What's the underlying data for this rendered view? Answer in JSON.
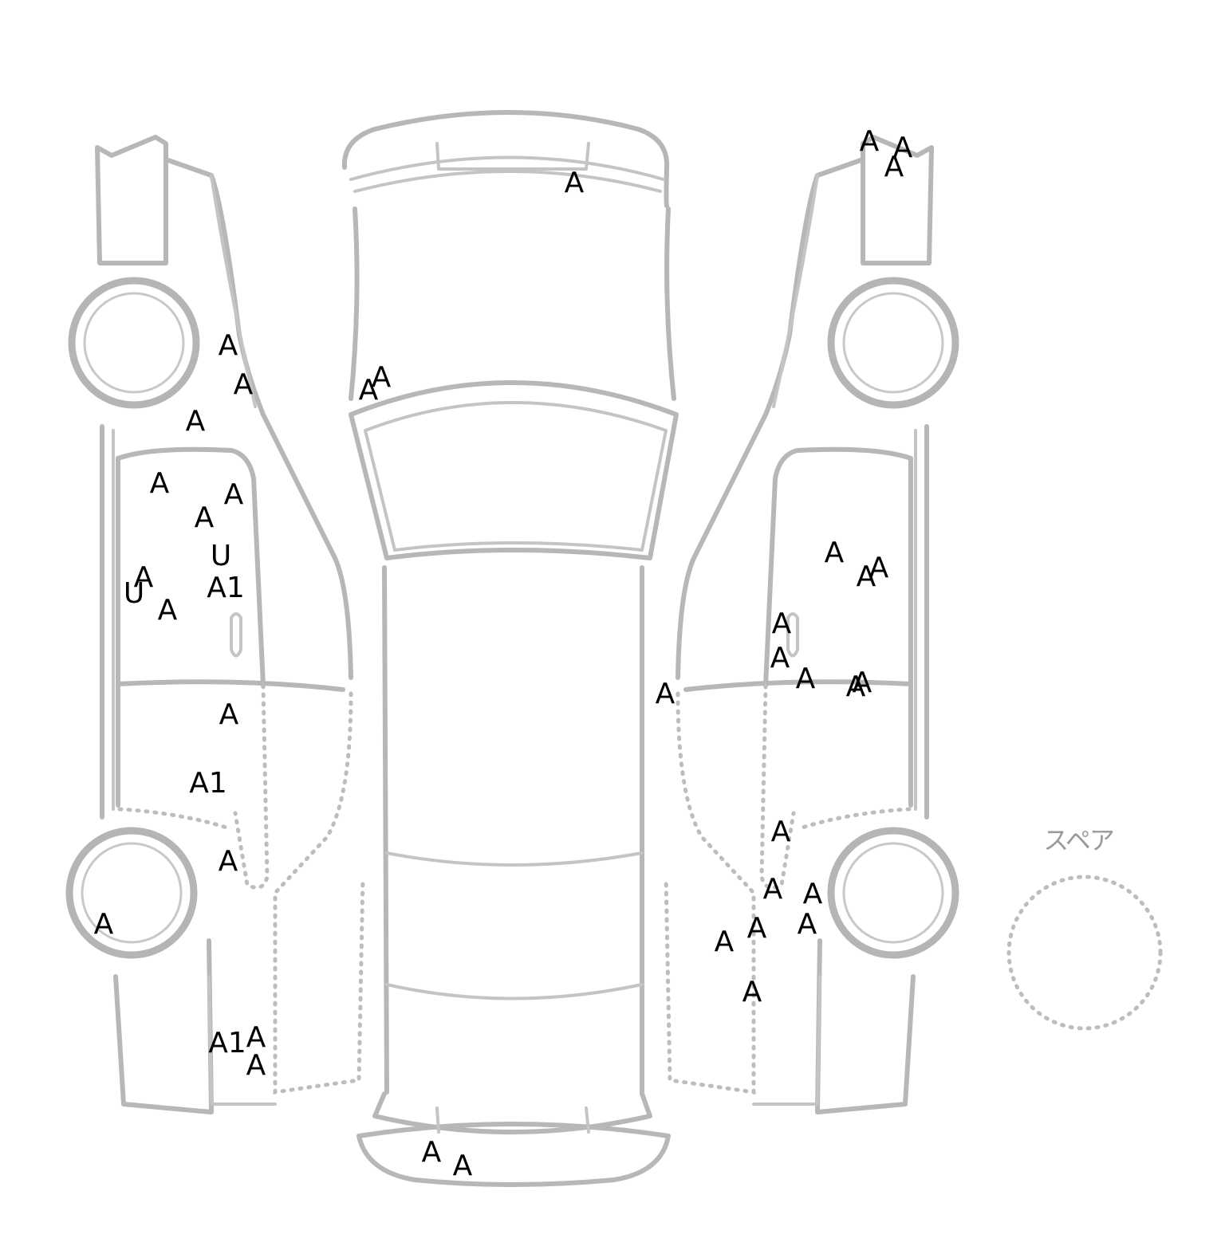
{
  "spare_label": "スペア",
  "marks": [
    {
      "id": "roof-front-a",
      "code": "A"
    },
    {
      "id": "right-front-bumper-a1",
      "code": "A"
    },
    {
      "id": "right-front-bumper-a2",
      "code": "A"
    },
    {
      "id": "right-front-bumper-a3",
      "code": "A"
    },
    {
      "id": "left-fender-a1",
      "code": "A"
    },
    {
      "id": "left-fender-a2",
      "code": "A"
    },
    {
      "id": "left-fender-a3",
      "code": "A"
    },
    {
      "id": "hood-a1",
      "code": "A"
    },
    {
      "id": "hood-a2",
      "code": "A"
    },
    {
      "id": "left-front-door-a1",
      "code": "A"
    },
    {
      "id": "left-front-door-a2",
      "code": "A"
    },
    {
      "id": "left-front-door-a3",
      "code": "A"
    },
    {
      "id": "left-front-door-u1",
      "code": "U"
    },
    {
      "id": "left-front-door-a4",
      "code": "A"
    },
    {
      "id": "left-front-door-u2",
      "code": "U"
    },
    {
      "id": "left-front-door-a1-code",
      "code": "A1"
    },
    {
      "id": "left-front-door-a5",
      "code": "A"
    },
    {
      "id": "left-rear-door-a",
      "code": "A"
    },
    {
      "id": "left-rear-door-a1-code",
      "code": "A1"
    },
    {
      "id": "left-rear-fender-a",
      "code": "A"
    },
    {
      "id": "left-rear-wheel-a",
      "code": "A"
    },
    {
      "id": "left-rear-bumper-a1-code",
      "code": "A1"
    },
    {
      "id": "left-rear-bumper-a1",
      "code": "A"
    },
    {
      "id": "left-rear-bumper-a2",
      "code": "A"
    },
    {
      "id": "rear-bumper-a1",
      "code": "A"
    },
    {
      "id": "rear-bumper-a2",
      "code": "A"
    },
    {
      "id": "right-front-door-a1",
      "code": "A"
    },
    {
      "id": "right-front-door-a2",
      "code": "A"
    },
    {
      "id": "right-front-door-a3",
      "code": "A"
    },
    {
      "id": "right-front-door-a4",
      "code": "A"
    },
    {
      "id": "right-front-door-a5",
      "code": "A"
    },
    {
      "id": "right-front-door-a6",
      "code": "A"
    },
    {
      "id": "right-front-door-a7",
      "code": "A"
    },
    {
      "id": "right-front-door-a8",
      "code": "A"
    },
    {
      "id": "right-pillar-a",
      "code": "A"
    },
    {
      "id": "right-rear-door-a",
      "code": "A"
    },
    {
      "id": "right-rear-a1",
      "code": "A"
    },
    {
      "id": "right-rear-a2",
      "code": "A"
    },
    {
      "id": "right-rear-a3",
      "code": "A"
    },
    {
      "id": "right-rear-a4",
      "code": "A"
    },
    {
      "id": "right-rear-a5",
      "code": "A"
    },
    {
      "id": "right-rear-a6",
      "code": "A"
    }
  ]
}
